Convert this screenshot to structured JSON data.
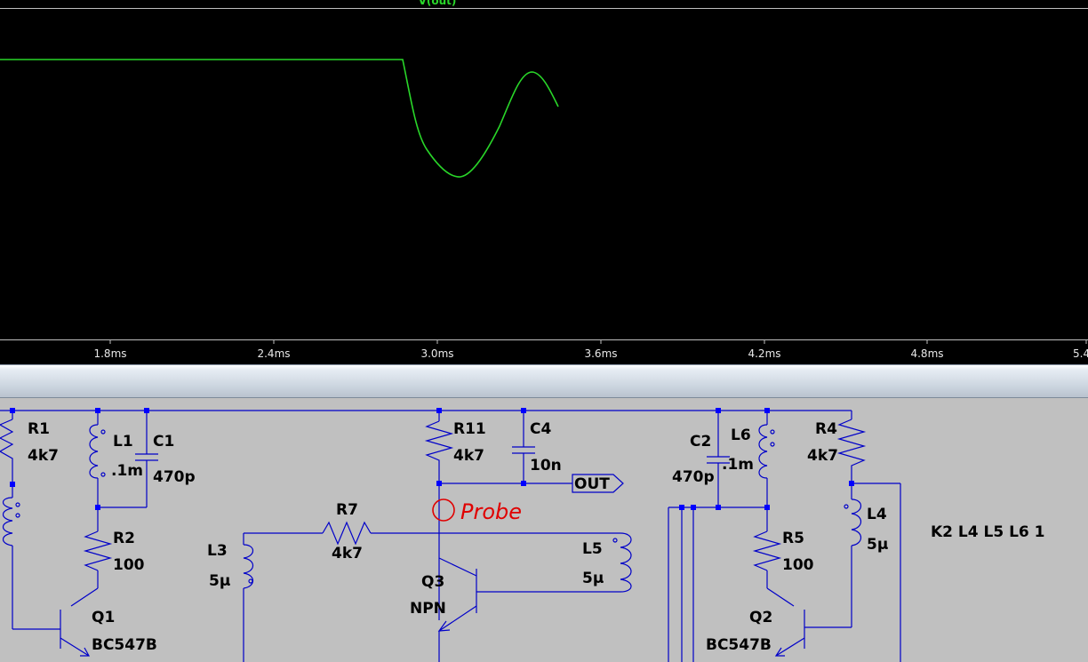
{
  "waveform": {
    "trace_label": "V(out)",
    "trace_color": "#29d629",
    "background": "#000000",
    "x_ticks": [
      "1.8ms",
      "2.4ms",
      "3.0ms",
      "3.6ms",
      "4.2ms",
      "4.8ms",
      "5.4"
    ]
  },
  "schematic": {
    "components": {
      "r1": {
        "ref": "R1",
        "value": "4k7"
      },
      "l1": {
        "ref": "L1",
        "value": ".1m"
      },
      "c1": {
        "ref": "C1",
        "value": "470p"
      },
      "r2": {
        "ref": "R2",
        "value": "100"
      },
      "q1": {
        "ref": "Q1",
        "value": "BC547B"
      },
      "l3": {
        "ref": "L3",
        "value": "5µ"
      },
      "r7": {
        "ref": "R7",
        "value": "4k7"
      },
      "r11": {
        "ref": "R11",
        "value": "4k7"
      },
      "c4": {
        "ref": "C4",
        "value": "10n"
      },
      "q3": {
        "ref": "Q3",
        "value": "NPN"
      },
      "l5": {
        "ref": "L5",
        "value": "5µ"
      },
      "c2": {
        "ref": "C2",
        "value": "470p"
      },
      "l6": {
        "ref": "L6",
        "value": ".1m"
      },
      "r4": {
        "ref": "R4",
        "value": "4k7"
      },
      "r5": {
        "ref": "R5",
        "value": "100"
      },
      "l4": {
        "ref": "L4",
        "value": "5µ"
      },
      "q2": {
        "ref": "Q2",
        "value": "BC547B"
      }
    },
    "out_port": "OUT",
    "directive": "K2 L4 L5 L6 1",
    "annotation": "Probe",
    "wire_color": "#0000c8",
    "annotation_color": "#e00000"
  }
}
